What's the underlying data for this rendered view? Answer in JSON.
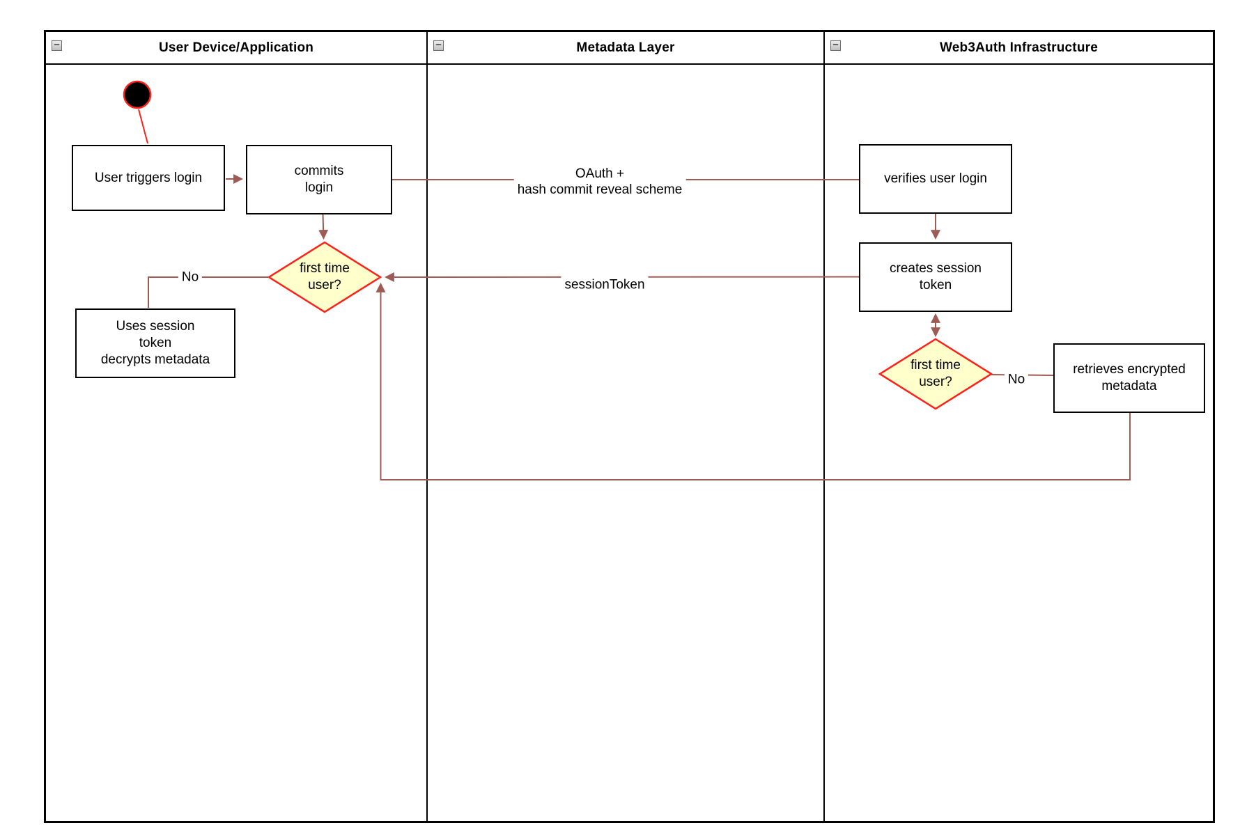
{
  "diagram": {
    "lanes": [
      {
        "title": "User Device/Application"
      },
      {
        "title": "Metadata Layer"
      },
      {
        "title": "Web3Auth Infrastructure"
      }
    ],
    "collapse_glyph": "−",
    "nodes": {
      "user_triggers": {
        "label": "User triggers login"
      },
      "commits": {
        "lines": [
          "commits",
          "login"
        ]
      },
      "first_time_device": {
        "lines": [
          "first time",
          "user?"
        ]
      },
      "uses_session": {
        "lines": [
          "Uses session",
          "token",
          "decrypts metadata"
        ]
      },
      "verifies": {
        "label": "verifies user login"
      },
      "creates": {
        "lines": [
          "creates session",
          "token"
        ]
      },
      "first_time_infra": {
        "lines": [
          "first time",
          "user?"
        ]
      },
      "retrieves": {
        "lines": [
          "retrieves encrypted",
          "metadata"
        ]
      }
    },
    "edge_labels": {
      "oauth": {
        "lines": [
          "OAuth +",
          "hash commit reveal scheme"
        ]
      },
      "session_token": "sessionToken",
      "no_device": "No",
      "no_infra": "No"
    },
    "colors": {
      "connector": "#9e5b55",
      "accent_red": "#ff2018",
      "decision_fill": "#ffffcc",
      "decision_border": "#ff2018",
      "node_border": "#000000",
      "node_fill": "#ffffff",
      "lane_border": "#000000",
      "collapse_border": "#6b6b6b"
    }
  }
}
